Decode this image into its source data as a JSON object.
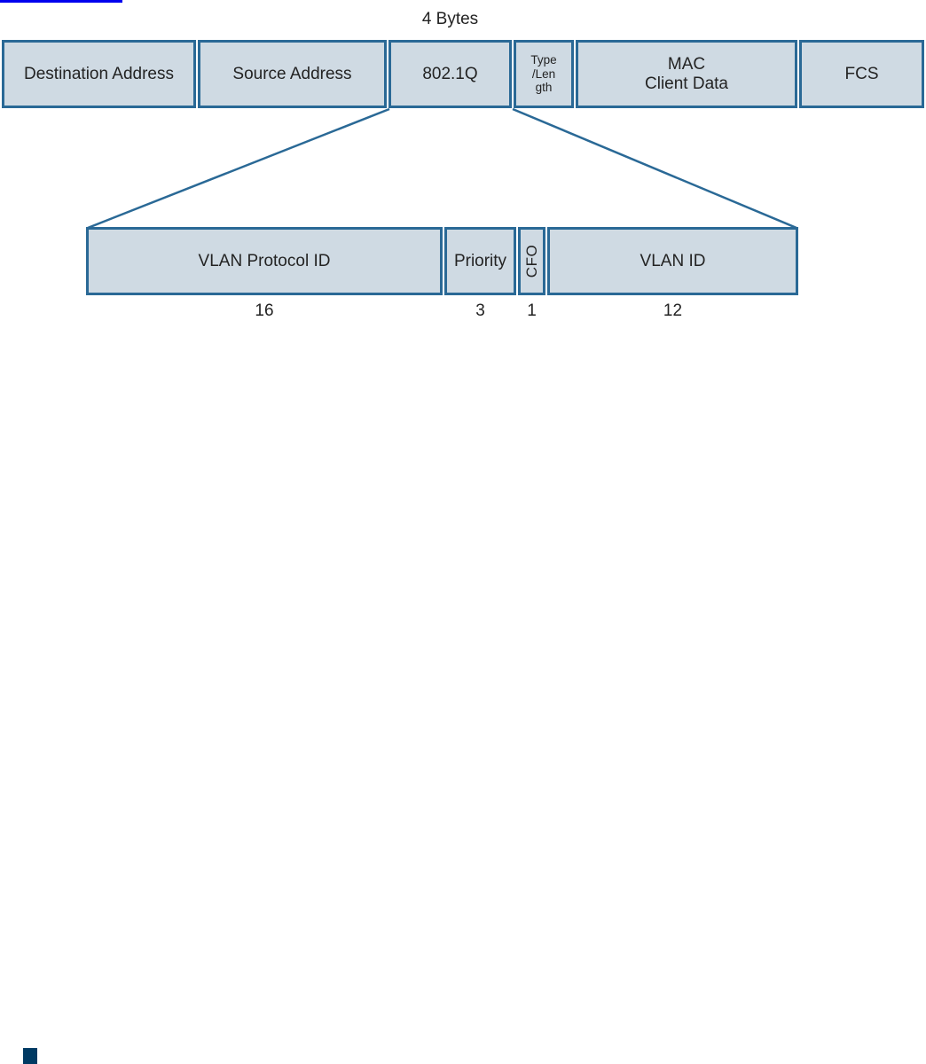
{
  "colors": {
    "cell_fill": "#cfdae3",
    "cell_border": "#2a6996",
    "text": "#232323",
    "link_blue": "#0000ee",
    "navy": "#003a63"
  },
  "decorations": {
    "top_link_underline": "",
    "bottom_square": ""
  },
  "diagram": {
    "bytes_caption": "4 Bytes",
    "frame_row": [
      {
        "name": "destination-address",
        "label": "Destination Address"
      },
      {
        "name": "source-address",
        "label": "Source Address"
      },
      {
        "name": "dot1q",
        "label": "802.1Q"
      },
      {
        "name": "type-length",
        "lines": [
          "Type",
          "/Len",
          "gth"
        ]
      },
      {
        "name": "mac-client-data",
        "lines": [
          "MAC",
          "Client Data"
        ]
      },
      {
        "name": "fcs",
        "label": "FCS"
      }
    ],
    "tag_row": [
      {
        "name": "vlan-protocol-id",
        "label": "VLAN Protocol ID",
        "bits": "16"
      },
      {
        "name": "priority",
        "label": "Priority",
        "bits": "3"
      },
      {
        "name": "cfo",
        "label": "CFO",
        "bits": "1"
      },
      {
        "name": "vlan-id",
        "label": "VLAN ID",
        "bits": "12"
      }
    ]
  }
}
